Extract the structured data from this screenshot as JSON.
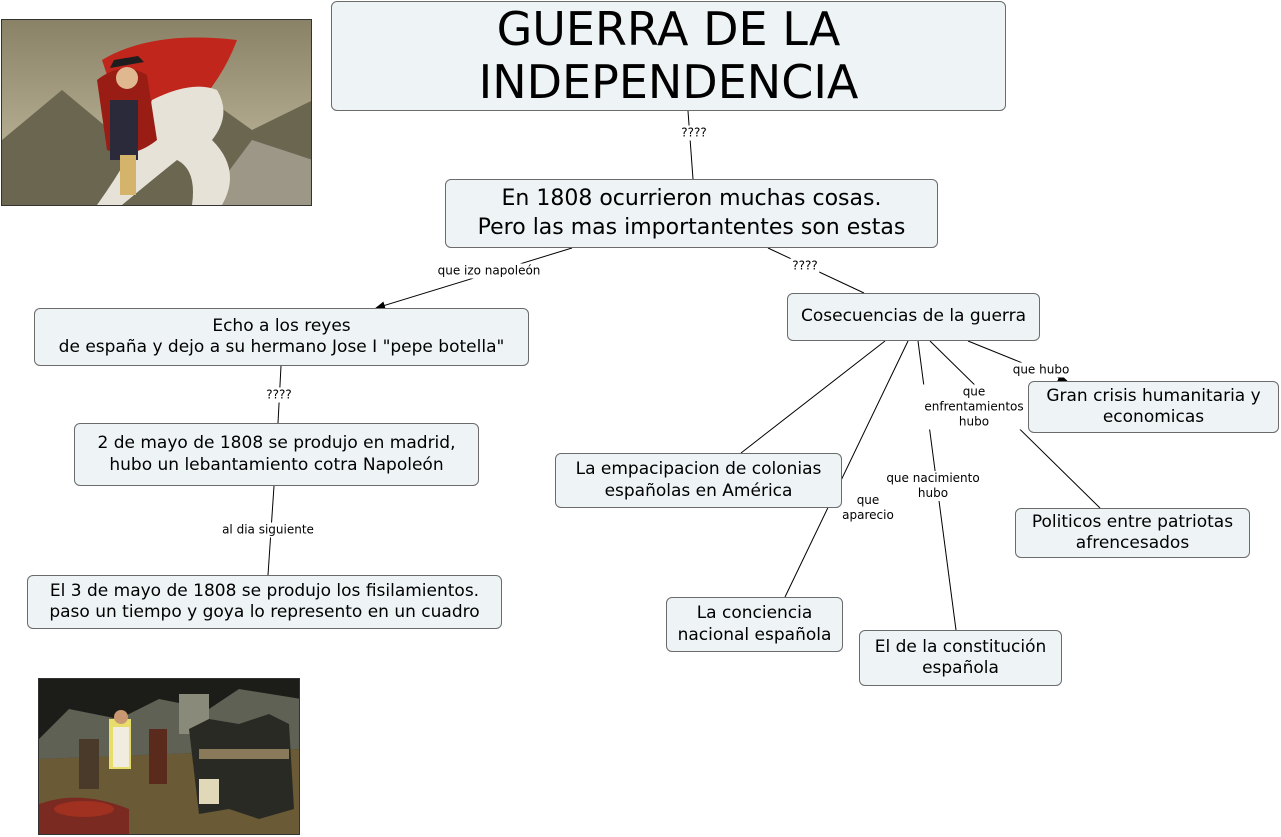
{
  "title": "GUERRA DE LA\nINDEPENDENCIA",
  "nodes": {
    "intro": "En 1808 ocurrieron muchas cosas.\nPero las mas importantentes son estas",
    "reyes": "Echo a los reyes\nde españa y dejo a su hermano Jose I \"pepe botella\"",
    "dos_mayo": "2 de mayo de 1808 se produjo en madrid,\nhubo un lebantamiento cotra Napoleón",
    "tres_mayo": "El 3 de mayo de 1808 se produjo los fisilamientos.\npaso un tiempo y goya lo represento en un cuadro",
    "consecuencias": "Cosecuencias de la guerra",
    "crisis": "Gran crisis humanitaria y\neconomicas",
    "colonias": "La empacipacion de colonias\nespañolas en América",
    "politicos": "Politicos entre patriotas\nafrencesados",
    "conciencia": "La conciencia\nnacional española",
    "constitucion": "El de la constitución\nespañola"
  },
  "links": {
    "title_intro": "????",
    "intro_reyes": "que izo napoleón",
    "intro_cons": "????",
    "reyes_dos": "????",
    "dos_tres": "al dia siguiente",
    "cons_crisis": "que hubo",
    "cons_politicos": "que\nenfrentamientos\nhubo",
    "cons_constitucion": "que nacimiento\nhubo",
    "cons_conciencia": "que\naparecio"
  },
  "colors": {
    "node_fill": "#eef3f6",
    "node_border": "#6b6b6b",
    "line": "#000000"
  }
}
